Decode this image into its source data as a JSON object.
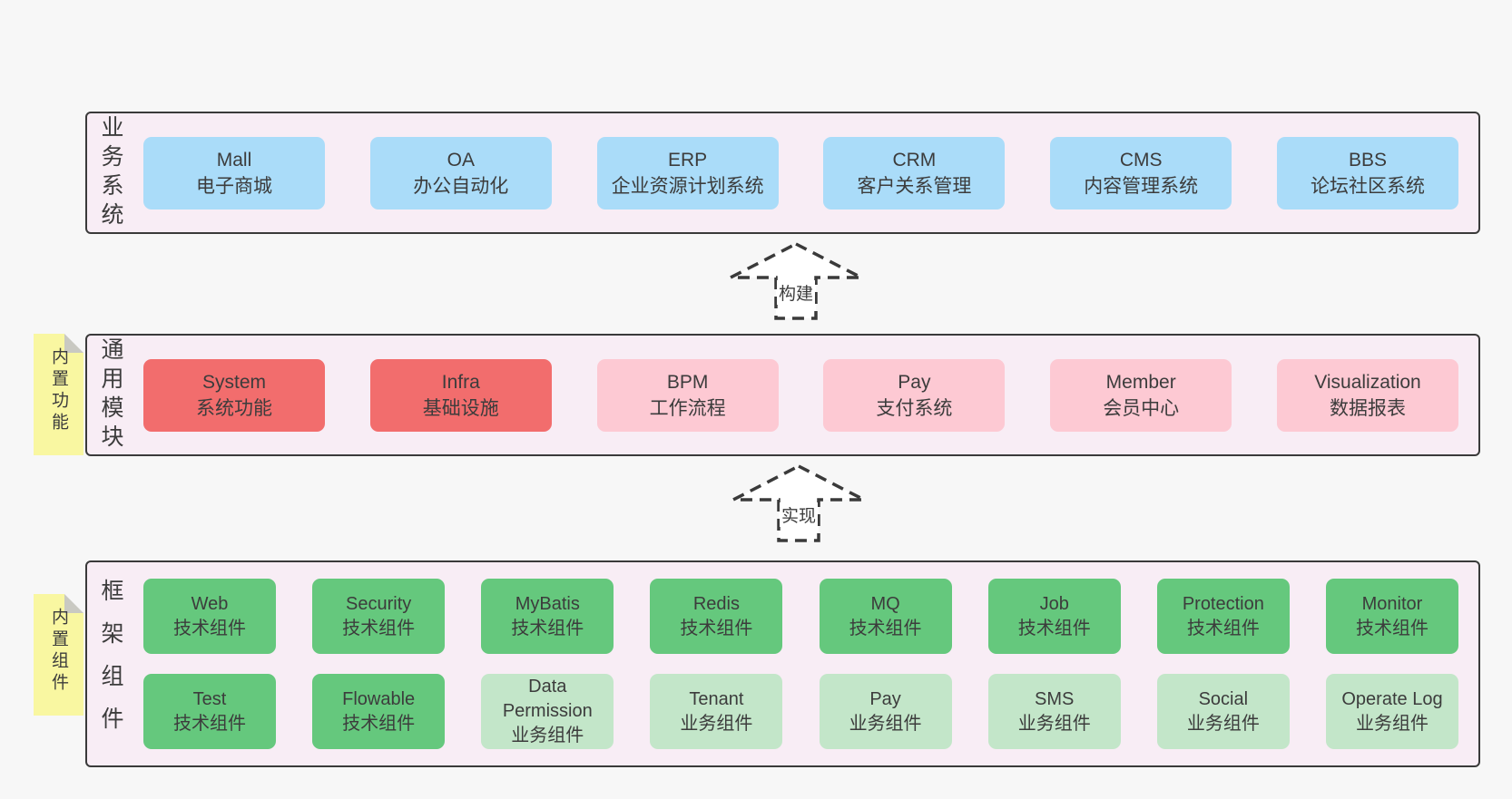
{
  "page": {
    "background": "#f7f7f7"
  },
  "palette": {
    "container_bg": "#f8edf5",
    "container_border": "#3a3a3a",
    "business_box": "#aadcf9",
    "core_module_box": "#f26d6d",
    "module_box": "#fdc9d3",
    "tech_component_box": "#65c87d",
    "biz_component_box": "#c3e6c9",
    "sticky_note": "#f9f7a1",
    "text": "#3c3c3c"
  },
  "layers": {
    "business": {
      "label": "业务系统",
      "boxes": [
        {
          "en": "Mall",
          "zh": "电子商城"
        },
        {
          "en": "OA",
          "zh": "办公自动化"
        },
        {
          "en": "ERP",
          "zh": "企业资源计划系统"
        },
        {
          "en": "CRM",
          "zh": "客户关系管理"
        },
        {
          "en": "CMS",
          "zh": "内容管理系统"
        },
        {
          "en": "BBS",
          "zh": "论坛社区系统"
        }
      ]
    },
    "modules": {
      "label": "通用模块",
      "sticky": "内置功能",
      "boxes": [
        {
          "en": "System",
          "zh": "系统功能"
        },
        {
          "en": "Infra",
          "zh": "基础设施"
        },
        {
          "en": "BPM",
          "zh": "工作流程"
        },
        {
          "en": "Pay",
          "zh": "支付系统"
        },
        {
          "en": "Member",
          "zh": "会员中心"
        },
        {
          "en": "Visualization",
          "zh": "数据报表"
        }
      ]
    },
    "components": {
      "label": "框架组件",
      "sticky": "内置组件",
      "row1": [
        {
          "en": "Web",
          "zh": "技术组件"
        },
        {
          "en": "Security",
          "zh": "技术组件"
        },
        {
          "en": "MyBatis",
          "zh": "技术组件"
        },
        {
          "en": "Redis",
          "zh": "技术组件"
        },
        {
          "en": "MQ",
          "zh": "技术组件"
        },
        {
          "en": "Job",
          "zh": "技术组件"
        },
        {
          "en": "Protection",
          "zh": "技术组件"
        },
        {
          "en": "Monitor",
          "zh": "技术组件"
        }
      ],
      "row2": [
        {
          "en": "Test",
          "zh": "技术组件"
        },
        {
          "en": "Flowable",
          "zh": "技术组件"
        },
        {
          "en": "Data Permission",
          "zh": "业务组件"
        },
        {
          "en": "Tenant",
          "zh": "业务组件"
        },
        {
          "en": "Pay",
          "zh": "业务组件"
        },
        {
          "en": "SMS",
          "zh": "业务组件"
        },
        {
          "en": "Social",
          "zh": "业务组件"
        },
        {
          "en": "Operate Log",
          "zh": "业务组件"
        }
      ]
    }
  },
  "arrows": {
    "build": {
      "label": "构建"
    },
    "implement": {
      "label": "实现"
    }
  }
}
